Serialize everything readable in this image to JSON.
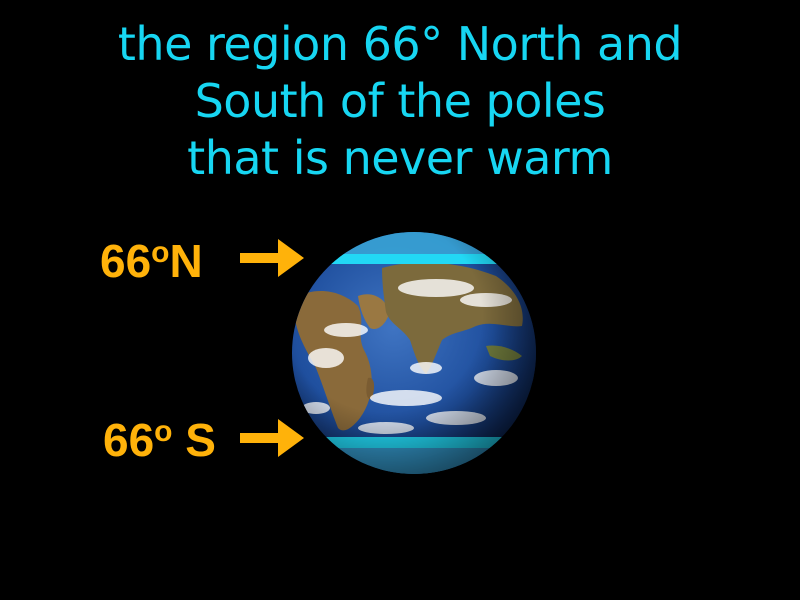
{
  "definition": {
    "lines": [
      "the region 66° North and",
      "South of the poles",
      "that is never warm"
    ]
  },
  "labels": {
    "north": {
      "number": "66",
      "degree": "o",
      "direction": "N"
    },
    "south": {
      "number": "66",
      "degree": "o",
      "direction": "S"
    }
  },
  "colors": {
    "background": "#000000",
    "definition_text": "#17d6f2",
    "label_text": "#ffb20a",
    "arrow": "#ffb20a",
    "polar_band": "#22d8f5",
    "ocean": "#1f4f9e",
    "land": "#8a6a3a",
    "clouds": "#ffffff"
  },
  "icons": {
    "earth": "earth-globe-icon",
    "arrow": "right-arrow-icon"
  }
}
